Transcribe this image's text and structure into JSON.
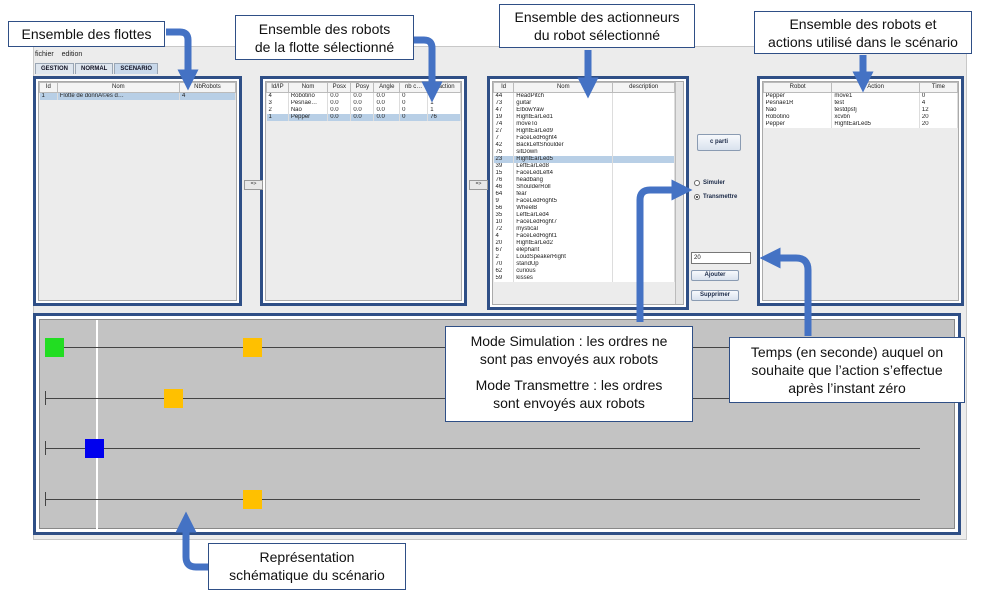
{
  "menu": {
    "file": "fichier",
    "edit": "edition"
  },
  "tabs": [
    {
      "label": "GESTION"
    },
    {
      "label": "NORMAL"
    },
    {
      "label": "SCENARIO"
    }
  ],
  "fleets_table": {
    "headers": [
      "Id",
      "Nom",
      "NbRobots"
    ],
    "rows": [
      [
        "1",
        "Flotte de donnÃ©es d…",
        "4"
      ]
    ]
  },
  "robots_table": {
    "headers": [
      "Id/IP",
      "Nom",
      "Posx",
      "Posy",
      "Angle",
      "nb c…",
      "b action"
    ],
    "rows": [
      [
        "4",
        "Robotino",
        "0.0",
        "0.0",
        "0.0",
        "0",
        "1"
      ],
      [
        "3",
        "Pesnae…",
        "0.0",
        "0.0",
        "0.0",
        "0",
        "1"
      ],
      [
        "2",
        "Nao",
        "0.0",
        "0.0",
        "0.0",
        "0",
        "1"
      ],
      [
        "1",
        "Pepper",
        "0.0",
        "0.0",
        "0.0",
        "0",
        "76"
      ]
    ],
    "selected_index": 3
  },
  "actions_table": {
    "headers": [
      "Id",
      "Nom",
      "description"
    ],
    "rows": [
      [
        "44",
        "HeadPitch"
      ],
      [
        "73",
        "guitar"
      ],
      [
        "47",
        "ElbowYaw"
      ],
      [
        "19",
        "RightEarLed1"
      ],
      [
        "74",
        "moveTo"
      ],
      [
        "27",
        "RightEarLed9"
      ],
      [
        "7",
        "FaceLedRight4"
      ],
      [
        "42",
        "BackLeftShoulder"
      ],
      [
        "75",
        "sitDown"
      ],
      [
        "23",
        "RightEarLed5"
      ],
      [
        "39",
        "LeftEarLed8"
      ],
      [
        "15",
        "FaceLedLeft4"
      ],
      [
        "76",
        "headbang"
      ],
      [
        "46",
        "ShoulderRoll"
      ],
      [
        "64",
        "fear"
      ],
      [
        "9",
        "FaceLedRight5"
      ],
      [
        "56",
        "WheelB"
      ],
      [
        "35",
        "LeftEarLed4"
      ],
      [
        "10",
        "FaceLedRight7"
      ],
      [
        "72",
        "mystical"
      ],
      [
        "4",
        "FaceLedRight1"
      ],
      [
        "20",
        "RightEarLed2"
      ],
      [
        "67",
        "elephant"
      ],
      [
        "2",
        "LoudSpeakerRight"
      ],
      [
        "70",
        "standUp"
      ],
      [
        "62",
        "curious"
      ],
      [
        "59",
        "kisses"
      ]
    ],
    "selected_index": 9
  },
  "scenario_table": {
    "headers": [
      "Robot",
      "Action",
      "Time"
    ],
    "rows": [
      [
        "Pepper",
        "move1",
        "0"
      ],
      [
        "Pesnae1R",
        "test",
        "4"
      ],
      [
        "Nao",
        "testdpsfj",
        "12"
      ],
      [
        "Robotino",
        "xcvbn",
        "20"
      ],
      [
        "Pepper",
        "RightEarLed5",
        "20"
      ]
    ]
  },
  "buttons": {
    "transfer1": "=>",
    "transfer2": "=>",
    "start": "c parti",
    "add": "Ajouter",
    "delete": "Supprimer"
  },
  "modes": {
    "simulate": "Simuler",
    "transmit": "Transmettre",
    "selected": "transmit"
  },
  "time_input": {
    "value": "20"
  },
  "timeline": {
    "tracks": [
      {
        "markers": [
          {
            "time": 0,
            "color": "#22dd22"
          },
          {
            "time": 20,
            "color": "#ffc000"
          }
        ]
      },
      {
        "markers": [
          {
            "time": 12,
            "color": "#ffc000"
          }
        ]
      },
      {
        "markers": [
          {
            "time": 4,
            "color": "#0000ee"
          }
        ]
      },
      {
        "markers": [
          {
            "time": 20,
            "color": "#ffc000"
          }
        ]
      }
    ]
  },
  "callouts": {
    "fleets": "Ensemble des flottes",
    "robots_l1": "Ensemble des robots",
    "robots_l2": "de la flotte sélectionné",
    "actuators_l1": "Ensemble des actionneurs",
    "actuators_l2": "du robot sélectionné",
    "scenario_l1": "Ensemble des robots et",
    "scenario_l2": "actions utilisé dans le scénario",
    "mode_sim_l1": "Mode Simulation : les ordres ne",
    "mode_sim_l2": "sont pas envoyés aux robots",
    "mode_tx_l1": "Mode Transmettre : les ordres",
    "mode_tx_l2": "sont envoyés aux robots",
    "time_l1": "Temps (en seconde) auquel on",
    "time_l2": "souhaite que l’action s’effectue",
    "time_l3": "après l’instant zéro",
    "schema_l1": "Représentation",
    "schema_l2": "schématique du scénario"
  },
  "colors": {
    "accent": "#2f4f86",
    "arrow": "#4472c4",
    "selection": "#b8cfe6"
  }
}
